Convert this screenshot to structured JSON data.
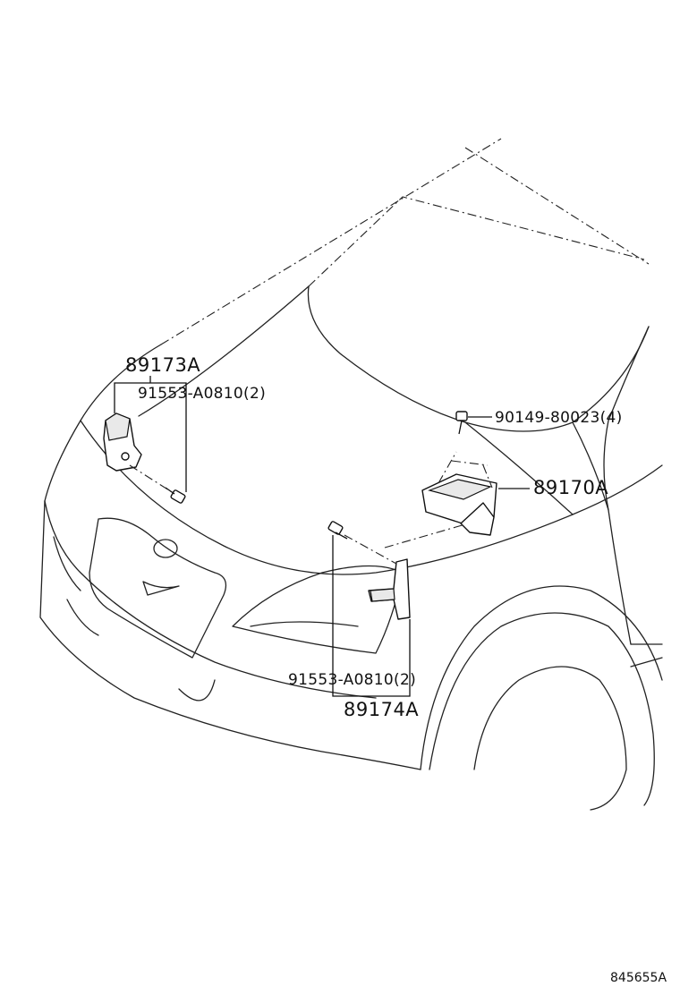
{
  "labels": {
    "part_89173A": "89173A",
    "bolt_91553_top": "91553-A0810(2)",
    "bolt_90149": "90149-80023(4)",
    "part_89170A": "89170A",
    "bolt_91553_bottom": "91553-A0810(2)",
    "part_89174A": "89174A",
    "diagram_code": "845655A"
  }
}
